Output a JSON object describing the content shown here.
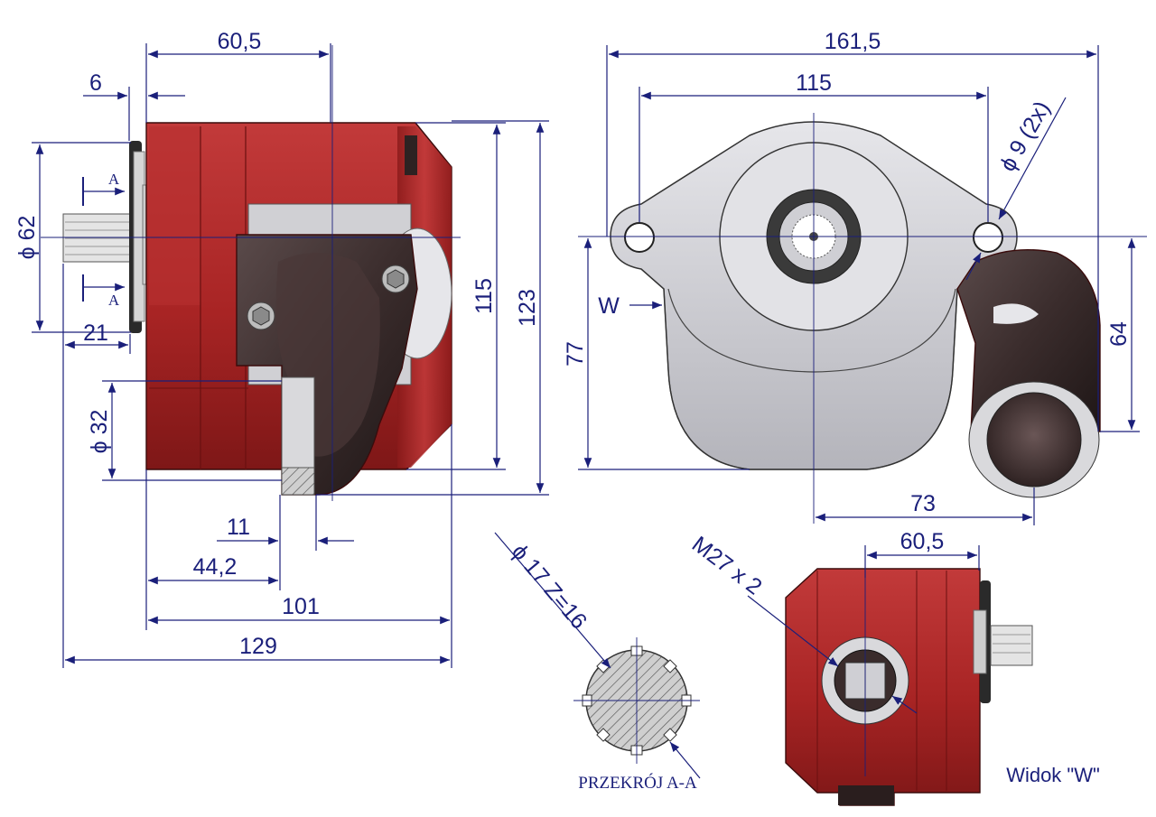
{
  "drawing": {
    "side_view": {
      "dims": {
        "d60_5_top": "60,5",
        "d6": "6",
        "phi62": "ϕ 62",
        "section_a_top": "A",
        "section_a_bottom": "A",
        "d21": "21",
        "phi32": "ϕ 32",
        "d115": "115",
        "d123": "123",
        "d11": "11",
        "d44_2": "44,2",
        "d101": "101",
        "d129": "129"
      }
    },
    "front_view": {
      "dims": {
        "d161_5": "161,5",
        "d115": "115",
        "phi9": "ϕ 9  (2x)",
        "w_arrow": "W",
        "d77": "77",
        "d64": "64",
        "d73": "73"
      }
    },
    "section": {
      "spline": "ϕ 17 Z=16",
      "title": "PRZEKRÓJ A-A"
    },
    "view_w": {
      "thread": "M27 x 2",
      "d60_5": "60,5",
      "title": "Widok \"W\""
    }
  },
  "colors": {
    "dimension": "#1a1f7a",
    "body_red": "#b02a2a",
    "body_dark": "#7a1414",
    "fitting": "#3b2e2e",
    "cover_grey": "#cfcfd4"
  }
}
